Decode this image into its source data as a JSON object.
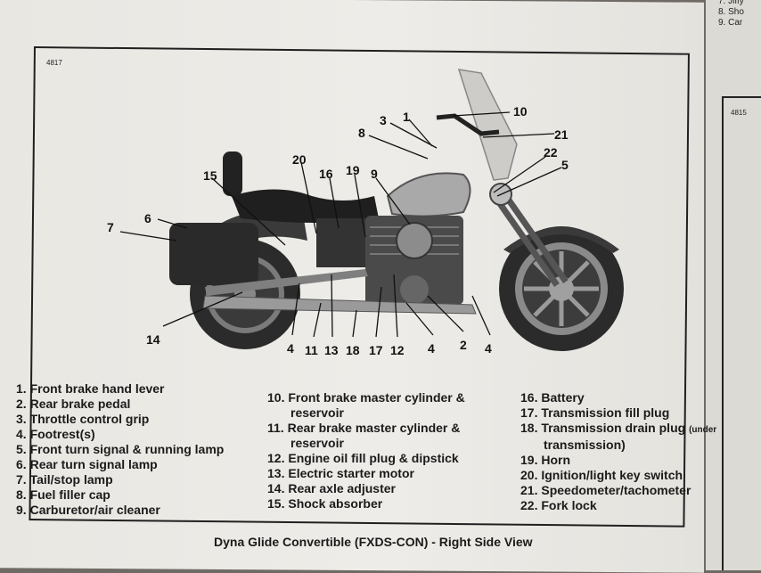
{
  "side_page": {
    "items": [
      "7. Jiffy",
      "8. Sho",
      "9. Car"
    ],
    "figure_number": "4815"
  },
  "figure_number": "4817",
  "callouts": [
    "10",
    "3",
    "1",
    "21",
    "8",
    "22",
    "5",
    "20",
    "16",
    "19",
    "9",
    "15",
    "6",
    "7",
    "14",
    "4",
    "11",
    "13",
    "18",
    "17",
    "12",
    "4",
    "2",
    "4"
  ],
  "legend": {
    "col1": [
      {
        "num": "1.",
        "label": "Front brake hand lever"
      },
      {
        "num": "2.",
        "label": "Rear brake pedal"
      },
      {
        "num": "3.",
        "label": "Throttle control grip"
      },
      {
        "num": "4.",
        "label": "Footrest(s)"
      },
      {
        "num": "5.",
        "label": "Front turn signal & running lamp"
      },
      {
        "num": "6.",
        "label": "Rear turn signal lamp"
      },
      {
        "num": "7.",
        "label": "Tail/stop lamp"
      },
      {
        "num": "8.",
        "label": "Fuel filler cap"
      },
      {
        "num": "9.",
        "label": "Carburetor/air cleaner"
      }
    ],
    "col2": [
      {
        "num": "10.",
        "label": "Front brake master cylinder &",
        "cont": "reservoir"
      },
      {
        "num": "11.",
        "label": "Rear brake master cylinder &",
        "cont": "reservoir"
      },
      {
        "num": "12.",
        "label": "Engine oil fill plug & dipstick"
      },
      {
        "num": "13.",
        "label": "Electric starter motor"
      },
      {
        "num": "14.",
        "label": "Rear axle adjuster"
      },
      {
        "num": "15.",
        "label": "Shock absorber"
      }
    ],
    "col3": [
      {
        "num": "16.",
        "label": "Battery"
      },
      {
        "num": "17.",
        "label": "Transmission fill plug"
      },
      {
        "num": "18.",
        "label": "Transmission drain plug",
        "note": "(under",
        "cont": "transmission)"
      },
      {
        "num": "19.",
        "label": "Horn"
      },
      {
        "num": "20.",
        "label": "Ignition/light key switch"
      },
      {
        "num": "21.",
        "label": "Speedometer/tachometer"
      },
      {
        "num": "22.",
        "label": "Fork lock"
      }
    ]
  },
  "caption": "Dyna Glide Convertible (FXDS-CON) - Right Side View"
}
